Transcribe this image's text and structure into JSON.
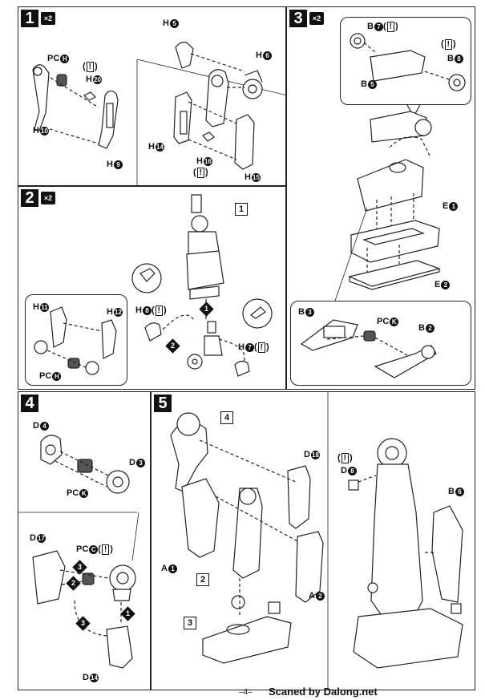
{
  "steps": {
    "s1": {
      "num": "1",
      "mult": "×2",
      "labels": {
        "pc": "PC",
        "pc_c": "H",
        "h20": "H",
        "h20_c": "20",
        "h10": "H",
        "h10_c": "10",
        "h9": "H",
        "h9_c": "9",
        "h5": "H",
        "h5_c": "5",
        "h6": "H",
        "h6_c": "6",
        "h14": "H",
        "h14_c": "14",
        "h16": "H",
        "h16_c": "16",
        "h15": "H",
        "h15_c": "15"
      }
    },
    "s2": {
      "num": "2",
      "mult": "×2",
      "labels": {
        "ref1": "1",
        "h11": "H",
        "h11_c": "11",
        "h12": "H",
        "h12_c": "12",
        "pc": "PC",
        "pc_c": "H",
        "h8": "H",
        "h8_c": "8",
        "h7": "H",
        "h7_c": "7",
        "seq1": "1",
        "seq2": "2"
      }
    },
    "s3": {
      "num": "3",
      "mult": "×2",
      "labels": {
        "b7": "B",
        "b7_c": "7",
        "b8": "B",
        "b8_c": "8",
        "b5": "B",
        "b5_c": "5",
        "e1": "E",
        "e1_c": "1",
        "e2": "E",
        "e2_c": "2",
        "b3": "B",
        "b3_c": "3",
        "pc": "PC",
        "pc_c": "K",
        "b2": "B",
        "b2_c": "2"
      }
    },
    "s4": {
      "num": "4",
      "labels": {
        "d4": "D",
        "d4_c": "4",
        "d3": "D",
        "d3_c": "3",
        "pc": "PC",
        "pc_c": "K",
        "d17": "D",
        "d17_c": "17",
        "pc2": "PC",
        "pc2_c": "C",
        "d14": "D",
        "d14_c": "14",
        "seq1": "1",
        "seq2": "2",
        "seq3": "3"
      }
    },
    "s5": {
      "num": "5",
      "labels": {
        "ref4": "4",
        "ref2": "2",
        "ref3": "3",
        "d18": "D",
        "d18_c": "18",
        "a1": "A",
        "a1_c": "1",
        "a2": "A",
        "a2_c": "2",
        "d8": "D",
        "d8_c": "8",
        "b6": "B",
        "b6_c": "6"
      }
    }
  },
  "warn_mark": "!",
  "paren_open": "(",
  "paren_close": ")",
  "footer": {
    "page": "–4–",
    "credit": "Scaned by Dalong.net"
  }
}
